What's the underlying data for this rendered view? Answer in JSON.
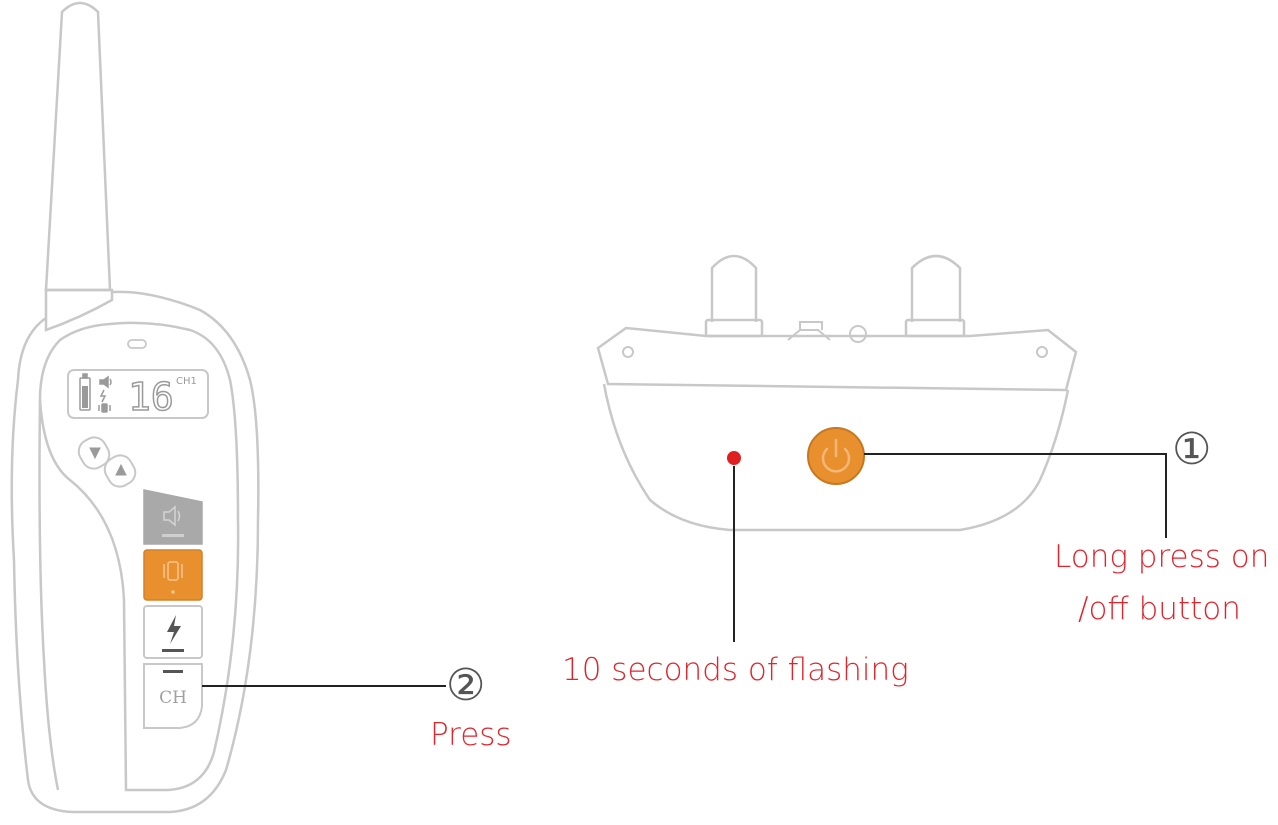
{
  "colors": {
    "outline": "#c8c8c8",
    "accent": "#e8902e",
    "caption": "#e0242c",
    "indicator": "#e02020",
    "leader": "#222222",
    "gray_button": "#a9a9a9"
  },
  "remote": {
    "lcd": {
      "channel": "CH1",
      "level": "16",
      "icons": [
        "battery-icon",
        "beep-icon",
        "shock-icon",
        "vibration-icon"
      ]
    },
    "buttons": {
      "beep": {
        "icon": "speaker-icon"
      },
      "vibrate": {
        "icon": "vibration-icon"
      },
      "shock": {
        "icon": "lightning-icon"
      },
      "channel": {
        "label": "CH"
      }
    },
    "nav_icons": [
      "arrow-down-icon",
      "arrow-up-icon"
    ]
  },
  "collar": {
    "power_button": {
      "icon": "power-icon"
    }
  },
  "annotations": {
    "step1": {
      "number": "①",
      "text_line1": "Long press on",
      "text_line2": "/off button"
    },
    "step2": {
      "number": "②",
      "text": "Press"
    },
    "flash": {
      "text": "10 seconds of flashing"
    }
  }
}
